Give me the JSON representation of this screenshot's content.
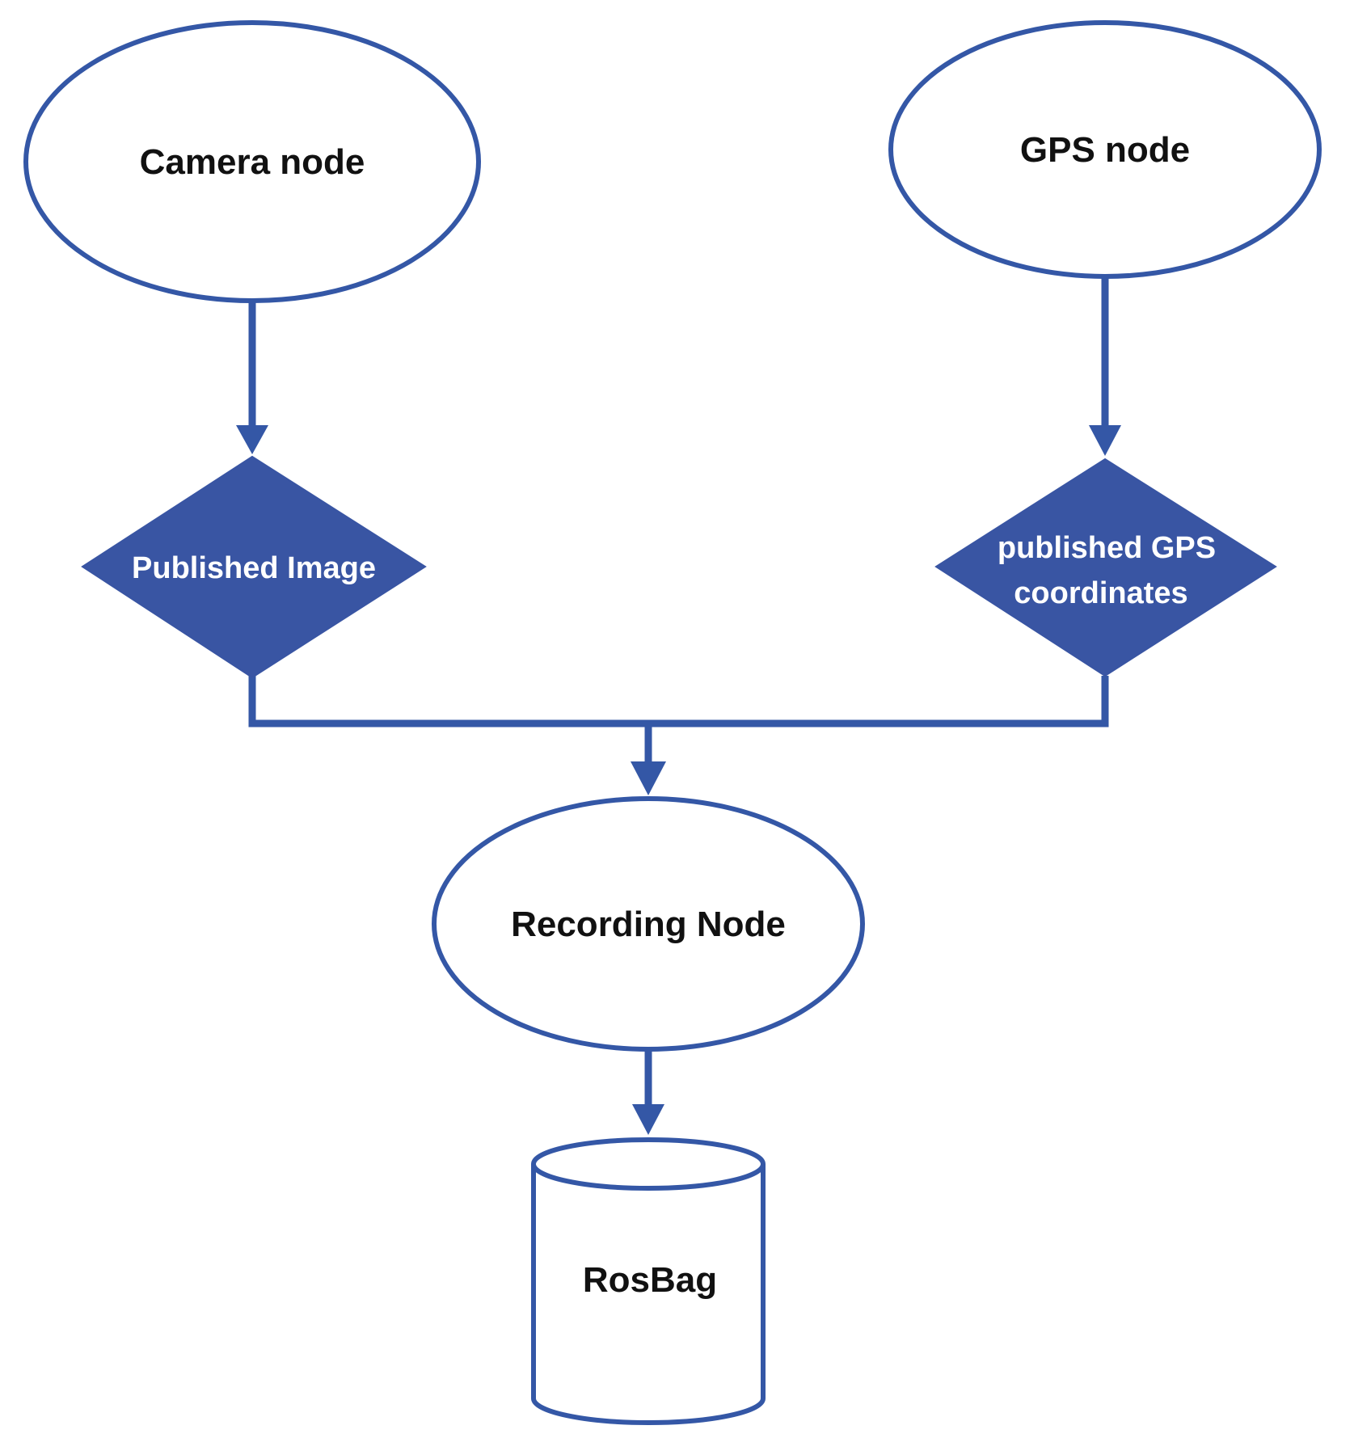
{
  "colors": {
    "outline": "#3457a6",
    "diamond_fill": "#3955a3",
    "node_fill": "#ffffff",
    "dark_text": "#111111",
    "light_text": "#ffffff"
  },
  "nodes": {
    "camera": {
      "label": "Camera node",
      "shape": "ellipse"
    },
    "gps": {
      "label": "GPS node",
      "shape": "ellipse"
    },
    "published_image": {
      "label": "Published Image",
      "shape": "diamond"
    },
    "published_gps_line1": "published GPS",
    "published_gps_line2": "coordinates",
    "published_gps_shape": "diamond",
    "recording": {
      "label": "Recording Node",
      "shape": "ellipse"
    },
    "rosbag": {
      "label": "RosBag",
      "shape": "cylinder"
    }
  },
  "edges": [
    {
      "from": "Camera node",
      "to": "Published Image"
    },
    {
      "from": "GPS node",
      "to": "published GPS coordinates"
    },
    {
      "from": "Published Image",
      "to": "Recording Node"
    },
    {
      "from": "published GPS coordinates",
      "to": "Recording Node"
    },
    {
      "from": "Recording Node",
      "to": "RosBag"
    }
  ]
}
